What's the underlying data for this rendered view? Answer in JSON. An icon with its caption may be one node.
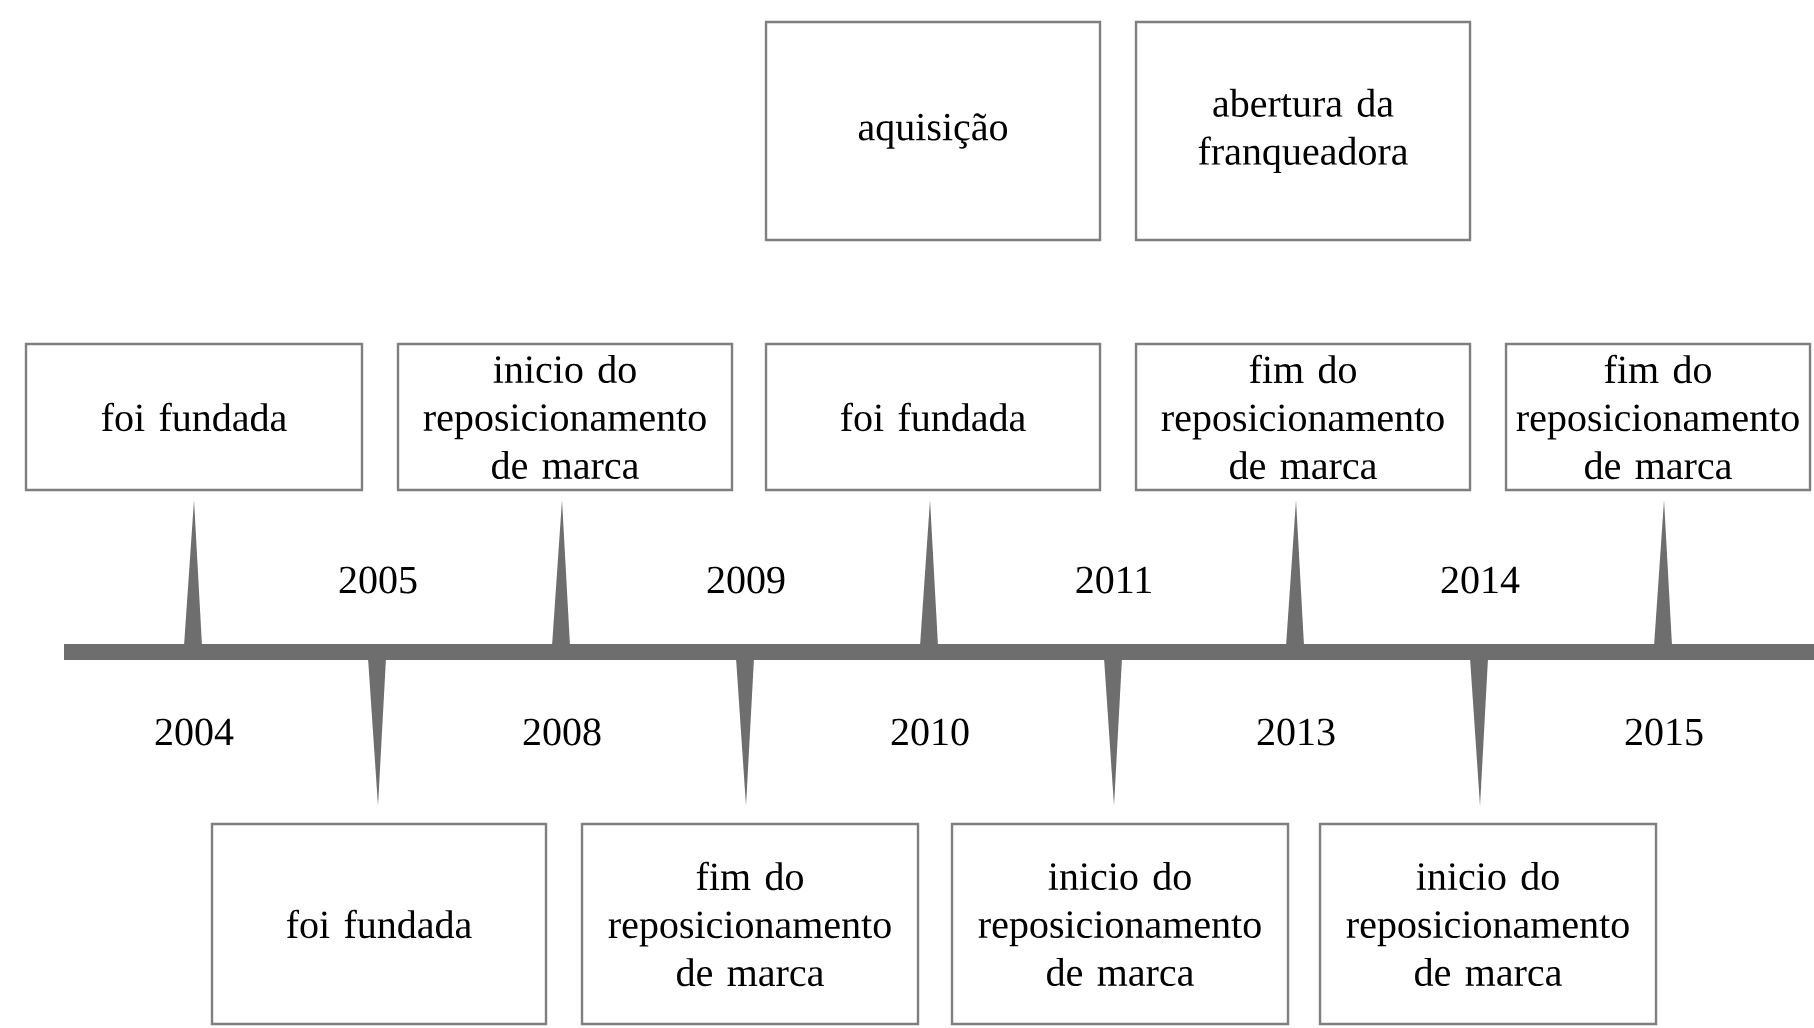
{
  "diagram": {
    "nodes": [
      {
        "text": [
          "aquisição"
        ]
      },
      {
        "text": [
          "abertura da franqueadora"
        ]
      },
      {
        "text": [
          "foi fundada"
        ]
      },
      {
        "text": [
          "inicio do reposicionamento de marca"
        ]
      },
      {
        "text": [
          "foi fundada"
        ]
      },
      {
        "text": [
          "fim do reposicionamento de marca"
        ]
      },
      {
        "text": [
          "fim do reposicionamento de marca"
        ]
      },
      {
        "text": [
          "foi fundada"
        ]
      },
      {
        "text": [
          "fim do reposicionamento de marca"
        ]
      },
      {
        "text": [
          "inicio do reposicionamento de marca"
        ]
      },
      {
        "text": [
          "inicio do reposicionamento de marca"
        ]
      }
    ],
    "labels": [
      "2005",
      "2009",
      "2011",
      "2014",
      "2004",
      "2008",
      "2010",
      "2013",
      "2015"
    ]
  }
}
